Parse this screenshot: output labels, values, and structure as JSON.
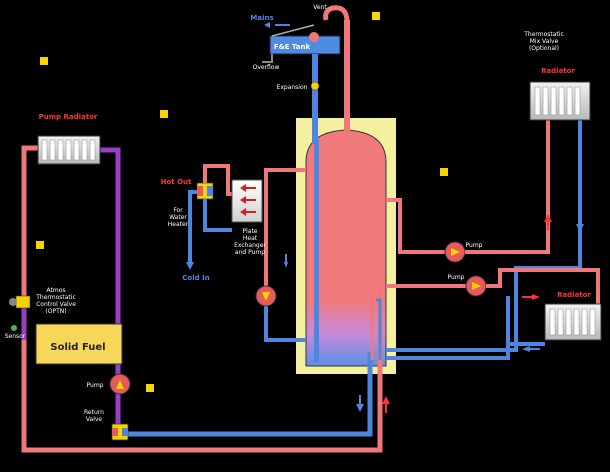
{
  "labels": {
    "mains": "Mains",
    "fe_tank": "F&E Tank",
    "overflow": "Overflow",
    "expansion": "Expansion",
    "vent": "Vent",
    "pump_radiator": "Pump Radiator",
    "thermostatic_mix": "Thermostatic\nMix Valve\n(Optional)",
    "radiator_top": "Radiator",
    "hot_out": "Hot Out",
    "for_water": "For\nWater\nHeater",
    "cold_in": "Cold In",
    "plate_hex": "Plate\nHeat\nExchanger\nand Pump",
    "pump_r1": "Pump",
    "pump_r2": "Pump",
    "radiator_right": "Radiator",
    "atmos_valve": "Atmos\nThermostatic\nControl Valve\n(OPTN)",
    "sensor": "Sensor",
    "solid_fuel": "Solid Fuel",
    "pump_left": "Pump",
    "return_valve": "Return\nValve"
  },
  "colors": {
    "hot": "#f0787a",
    "cold": "#4d86de",
    "purple": "#9a3fc4",
    "cylinder_bg": "#f5f0a0",
    "label": "#ffffff",
    "accent_red": "#ff3333",
    "tank_fill": "#4f8be0",
    "pump_fill": "#e85a5a",
    "pump_arrow": "#f6d400",
    "solid_fuel_bg": "#f7d75a"
  }
}
